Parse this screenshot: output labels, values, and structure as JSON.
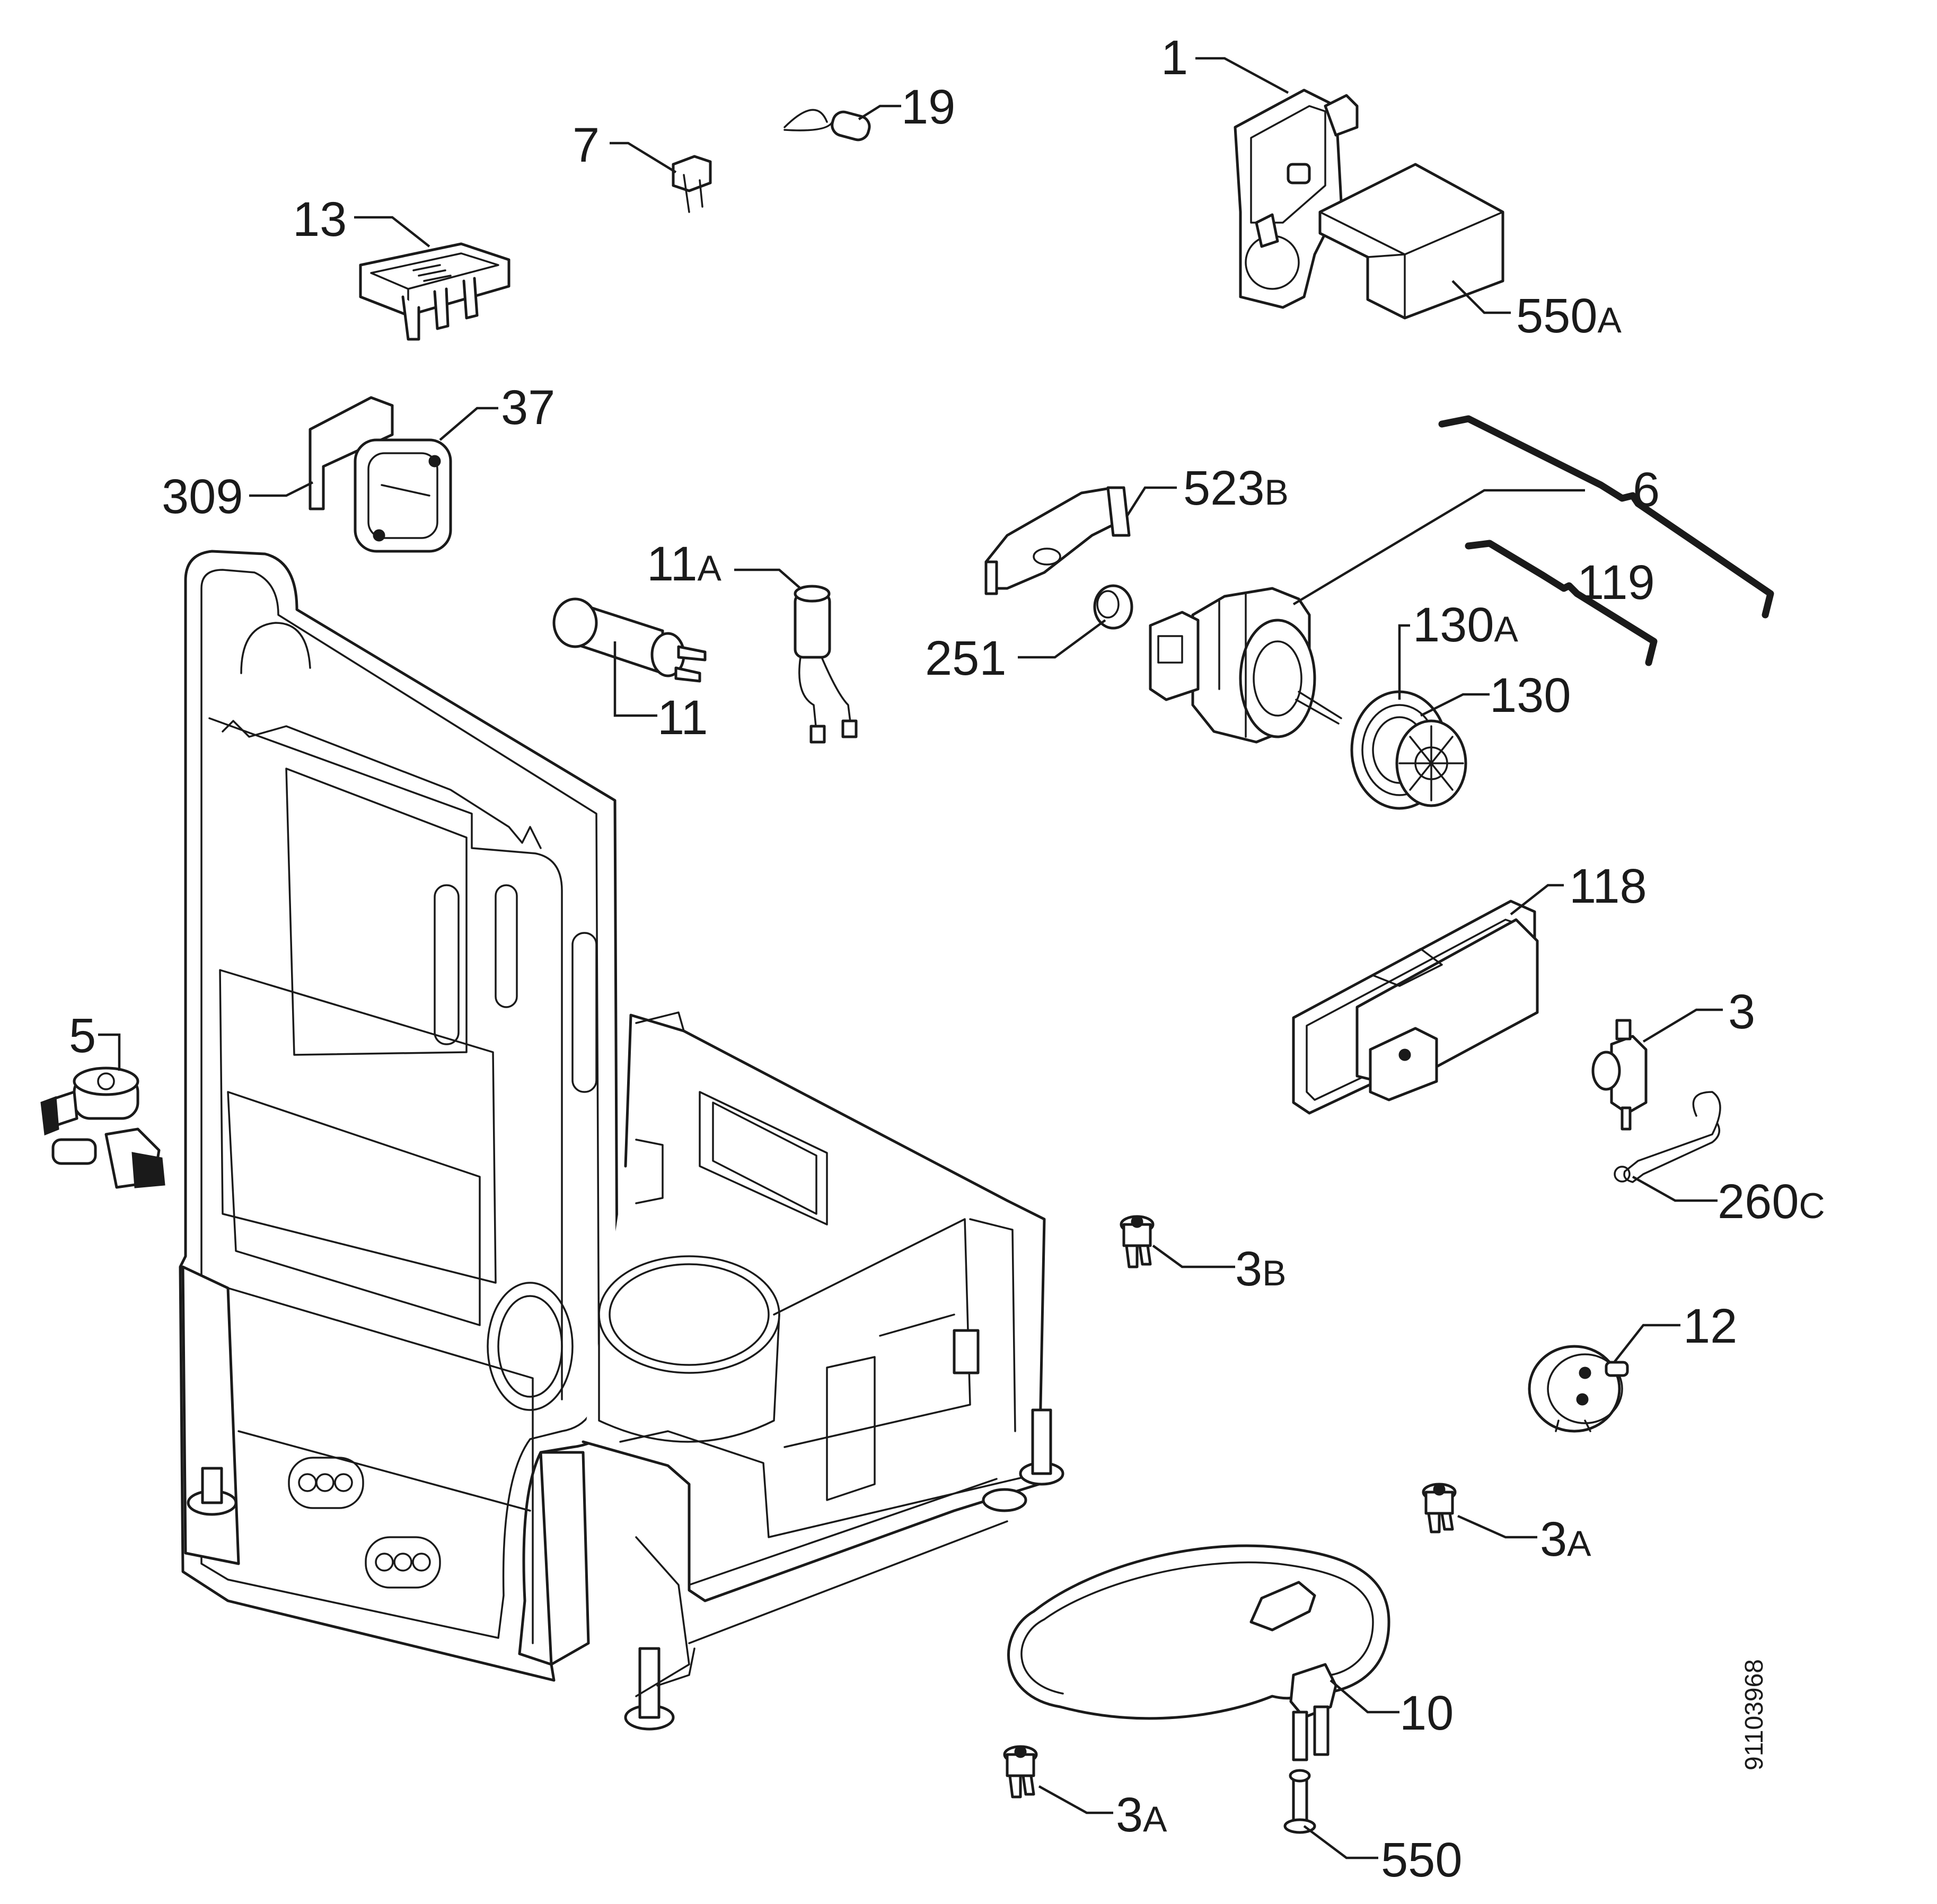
{
  "document_number": "91103968",
  "callouts": [
    {
      "id": "1",
      "text": "1"
    },
    {
      "id": "19",
      "text": "19"
    },
    {
      "id": "7",
      "text": "7"
    },
    {
      "id": "13",
      "text": "13"
    },
    {
      "id": "550A",
      "text": "550",
      "suffix": "A"
    },
    {
      "id": "37",
      "text": "37"
    },
    {
      "id": "309",
      "text": "309"
    },
    {
      "id": "523B",
      "text": "523",
      "suffix": "B"
    },
    {
      "id": "6",
      "text": "6"
    },
    {
      "id": "11A",
      "text": "11",
      "suffix": "A"
    },
    {
      "id": "119",
      "text": "119"
    },
    {
      "id": "130A",
      "text": "130",
      "suffix": "A"
    },
    {
      "id": "251",
      "text": "251"
    },
    {
      "id": "130",
      "text": "130"
    },
    {
      "id": "11",
      "text": "11"
    },
    {
      "id": "118",
      "text": "118"
    },
    {
      "id": "3",
      "text": "3"
    },
    {
      "id": "5",
      "text": "5"
    },
    {
      "id": "260C",
      "text": "260",
      "suffix": "C"
    },
    {
      "id": "3B",
      "text": "3",
      "suffix": "B"
    },
    {
      "id": "12",
      "text": "12"
    },
    {
      "id": "3A-right",
      "text": "3",
      "suffix": "A"
    },
    {
      "id": "10",
      "text": "10"
    },
    {
      "id": "3A-bottom",
      "text": "3",
      "suffix": "A"
    },
    {
      "id": "550",
      "text": "550"
    }
  ]
}
